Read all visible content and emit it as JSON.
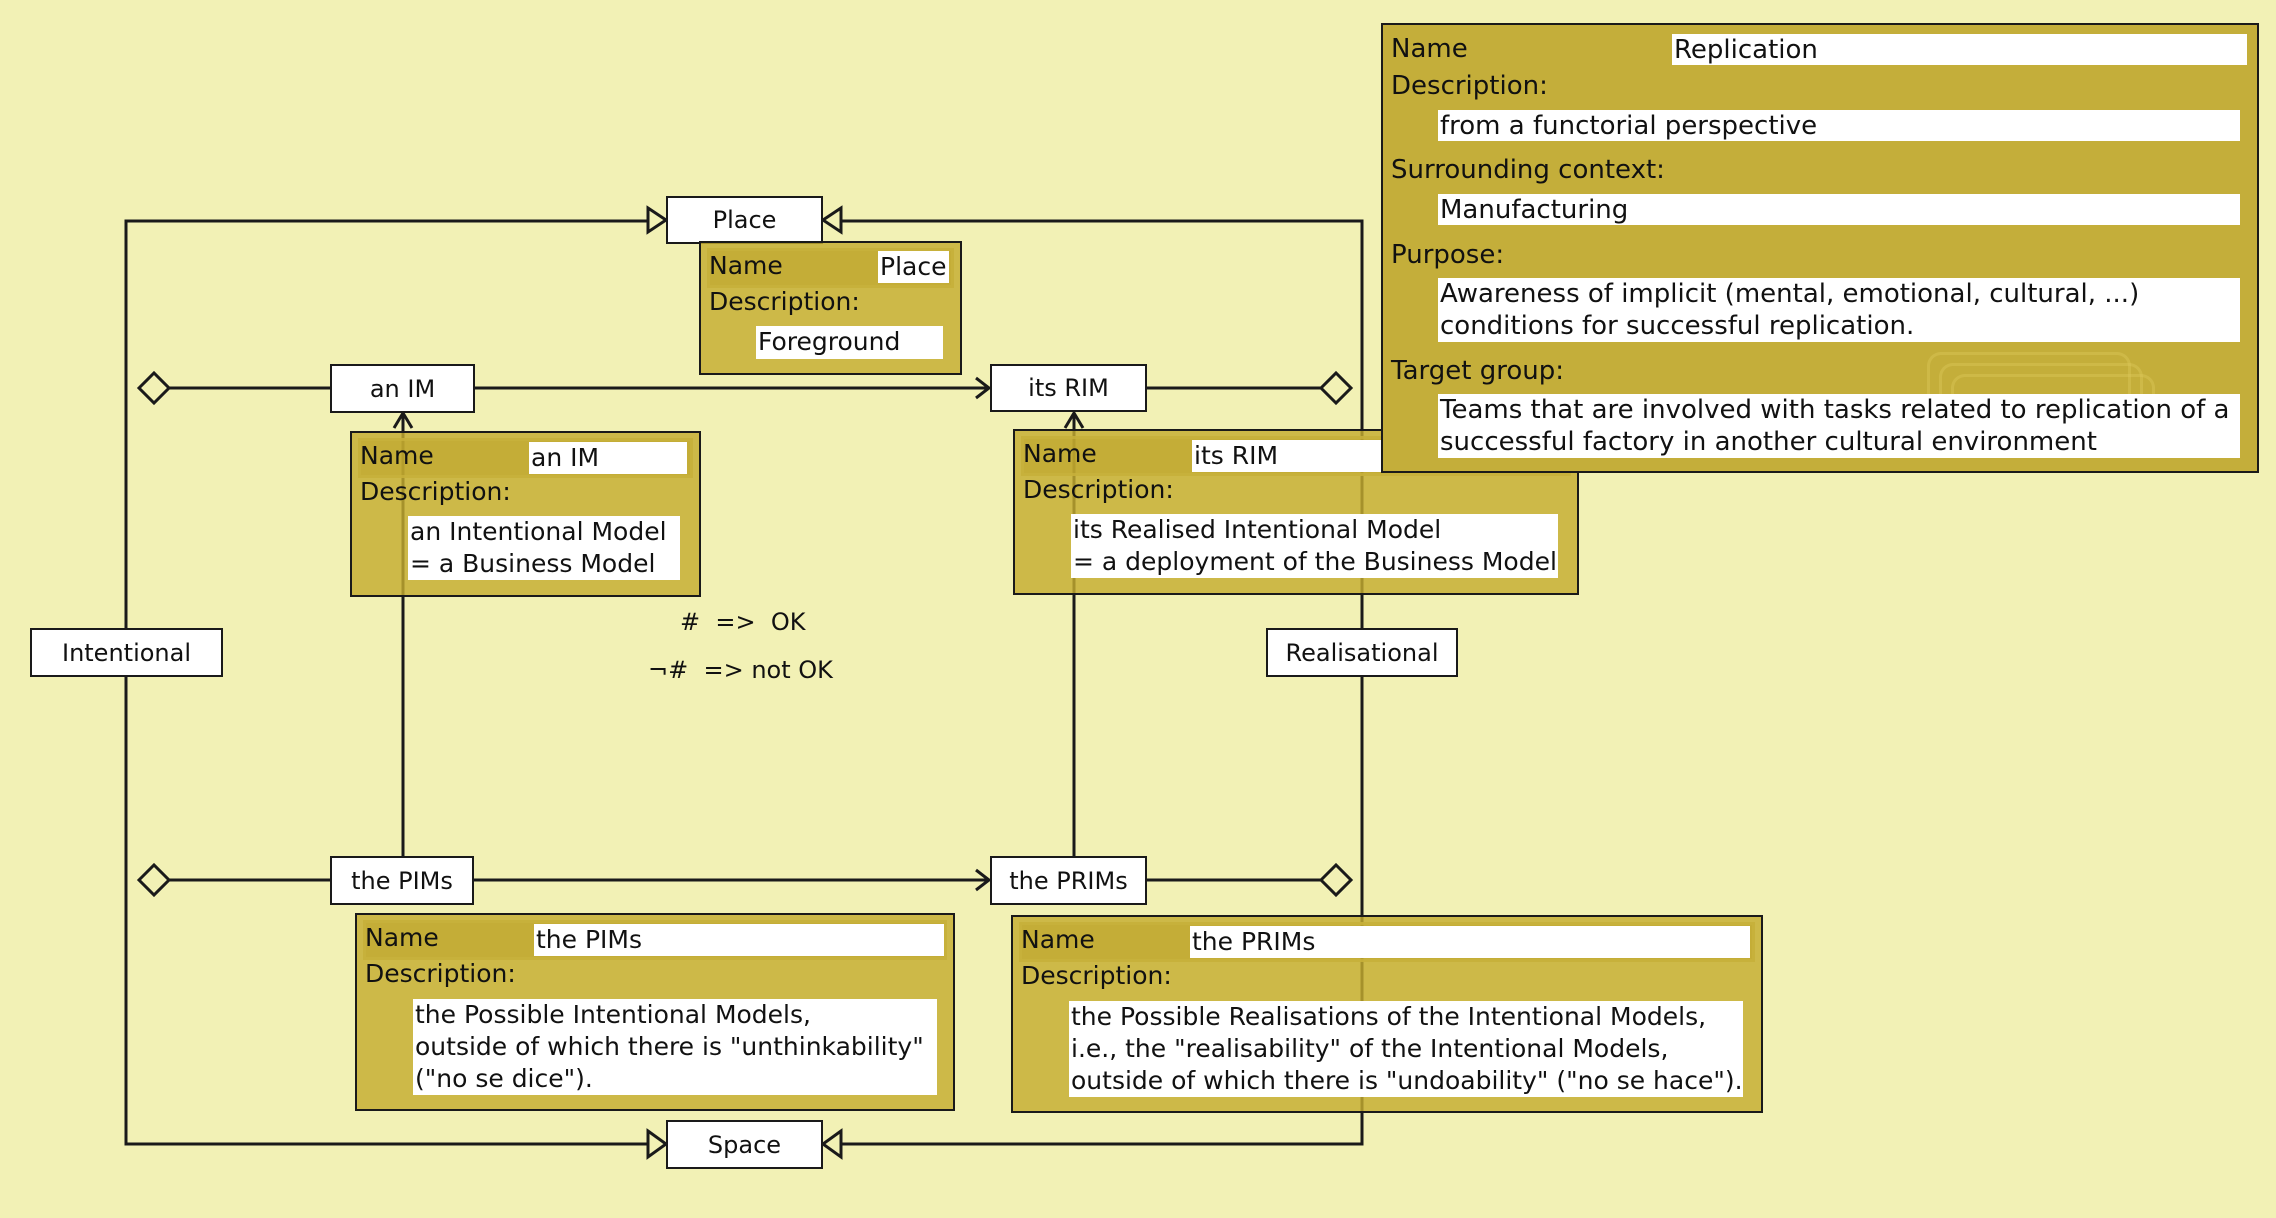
{
  "diagram": {
    "nodes": {
      "place": "Place",
      "space": "Space",
      "an_im": "an IM",
      "its_rim": "its RIM",
      "the_pims": "the PIMs",
      "the_prims": "the PRIMs",
      "intentional": "Intentional",
      "realisational": "Realisational"
    },
    "legend": {
      "ok": "#  =>  OK",
      "not_ok": "¬#  => not OK"
    },
    "panels": {
      "place": {
        "name_label": "Name",
        "name_value": "Place",
        "description_label": "Description:",
        "description_value": "Foreground"
      },
      "an_im": {
        "name_label": "Name",
        "name_value": "an IM",
        "description_label": "Description:",
        "description_value": "an Intentional Model\n= a Business Model"
      },
      "its_rim": {
        "name_label": "Name",
        "name_value": "its RIM",
        "description_label": "Description:",
        "description_value": "its Realised Intentional Model\n= a deployment of the Business Model"
      },
      "the_pims": {
        "name_label": "Name",
        "name_value": "the PIMs",
        "description_label": "Description:",
        "description_value": "the Possible Intentional Models,\noutside of which there is \"unthinkability\"\n(\"no se dice\")."
      },
      "the_prims": {
        "name_label": "Name",
        "name_value": "the PRIMs",
        "description_label": "Description:",
        "description_value": "the Possible Realisations of the Intentional Models,\ni.e., the \"realisability\" of the Intentional Models,\noutside of which there is \"undoability\" (\"no se hace\")."
      },
      "replication": {
        "name_label": "Name",
        "name_value": "Replication",
        "description_label": "Description:",
        "description_value": "from a functorial perspective",
        "context_label": "Surrounding context:",
        "context_value": "Manufacturing",
        "purpose_label": "Purpose:",
        "purpose_value": "Awareness of implicit (mental, emotional, cultural, ...)\nconditions for successful replication.",
        "target_label": "Target group:",
        "target_value": "Teams that are involved with tasks related to replication of a\nsuccessful factory in another cultural environment"
      }
    },
    "colors": {
      "background": "#f2f1b5",
      "panel": "#c4ae3a",
      "line": "#1a1a1a"
    }
  }
}
